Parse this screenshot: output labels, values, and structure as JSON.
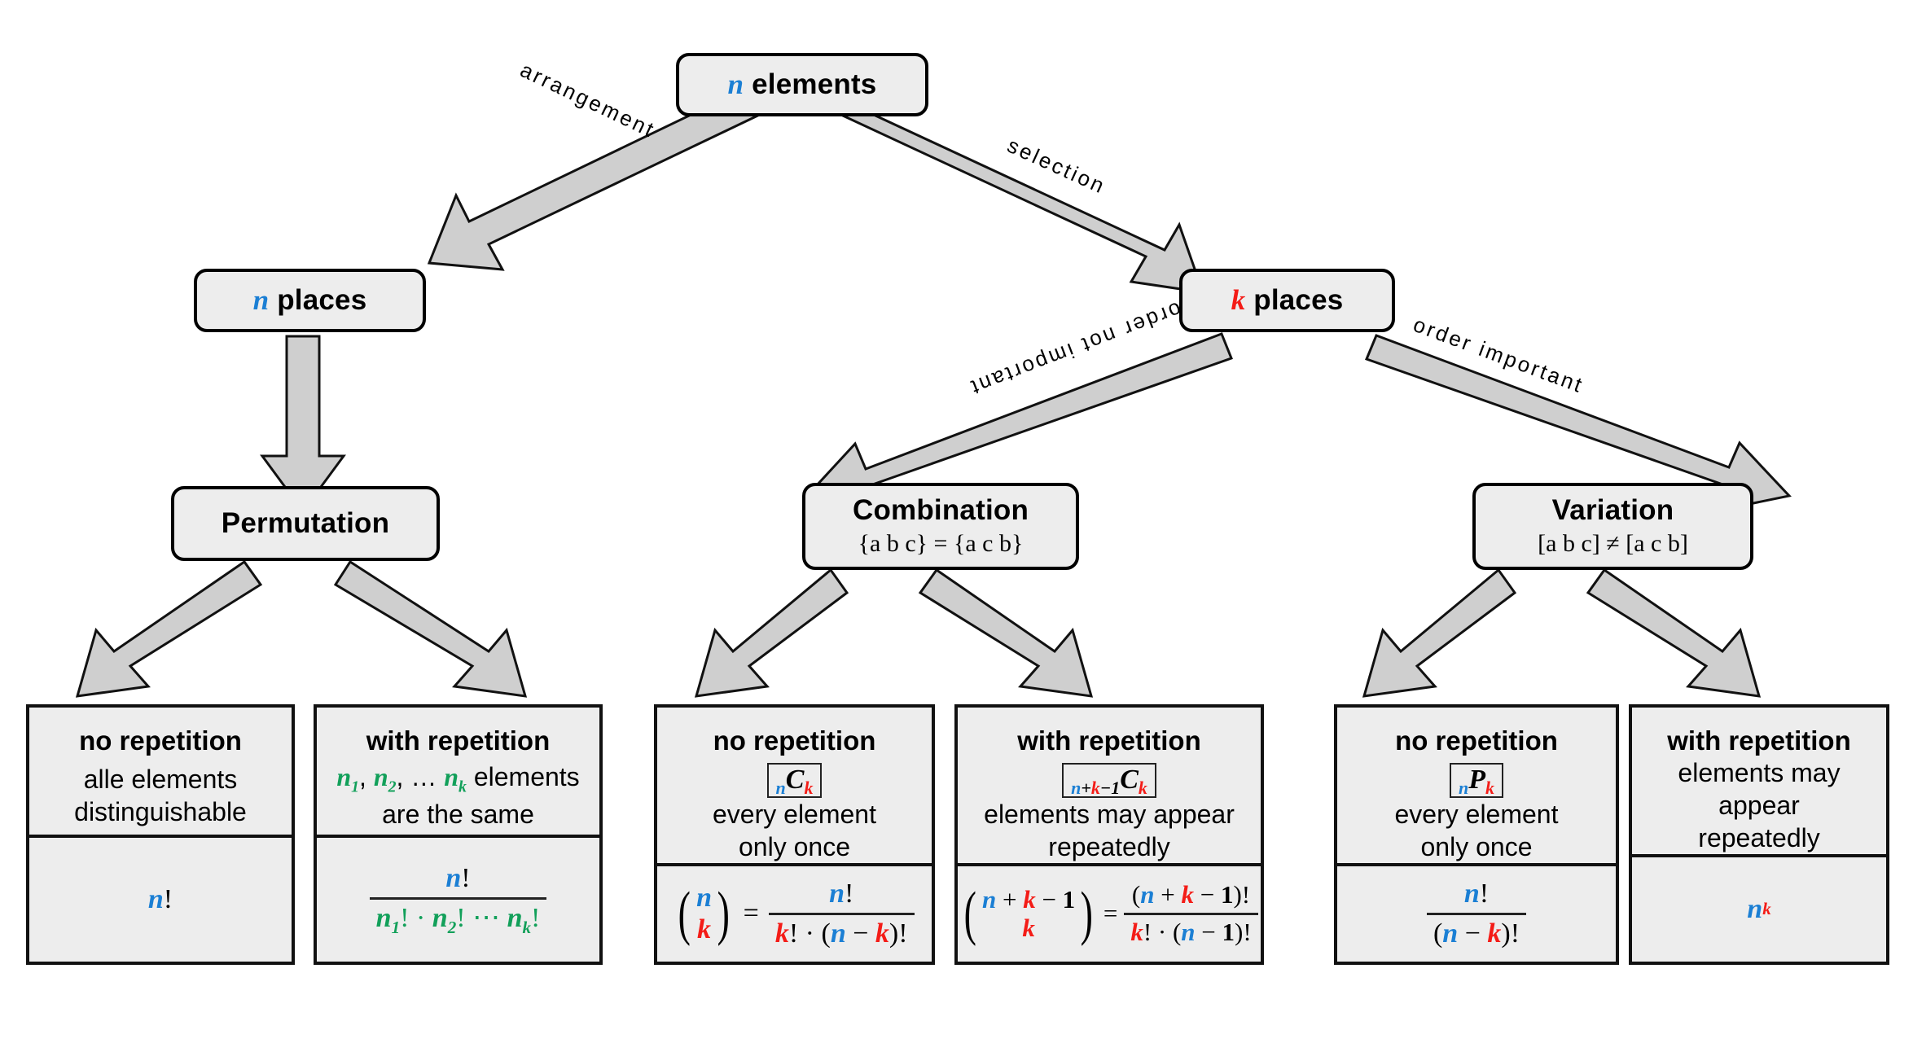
{
  "diagram": {
    "title": "Combinatorics overview",
    "colors": {
      "n": "#1b7fd4",
      "k": "#f41c17",
      "repeat": "#12a05a",
      "node_fill": "#ededed",
      "arrow_fill": "#cfcfcf"
    }
  },
  "root": {
    "label_var": "n",
    "label_text": "elements"
  },
  "level2": {
    "left": {
      "label_var": "n",
      "label_text": "places"
    },
    "right": {
      "label_var": "k",
      "label_text": "places"
    }
  },
  "edges": {
    "arrangement": "arrangement",
    "selection": "selection",
    "order_not_important": "order not important",
    "order_important": "order important"
  },
  "level3": {
    "permutation": {
      "title": "Permutation",
      "sub": ""
    },
    "combination": {
      "title": "Combination",
      "sub": "{a b c} = {a c b}"
    },
    "variation": {
      "title": "Variation",
      "sub": "[a b c] ≠ [a c b]"
    }
  },
  "leaves": [
    {
      "group": "permutation",
      "head": "no repetition",
      "badge": null,
      "desc_lines": [
        "alle elements",
        "distinguishable"
      ],
      "formula": "n!"
    },
    {
      "group": "permutation",
      "head": "with repetition",
      "badge": null,
      "desc_lines": [
        "n₁, n₂, … nₖ elements",
        "are the same"
      ],
      "formula": "n! / (n₁! · n₂! ⋯ nₖ!)"
    },
    {
      "group": "combination",
      "head": "no repetition",
      "badge": "nCk",
      "desc_lines": [
        "every element",
        "only once"
      ],
      "formula": "(n over k) = n! / (k! · (n − k)!)"
    },
    {
      "group": "combination",
      "head": "with repetition",
      "badge": "n+k−1Ck",
      "desc_lines": [
        "elements may appear",
        "repeatedly"
      ],
      "formula": "(n+k−1 over k) = (n + k − 1)! / (k! · (n − 1)!)"
    },
    {
      "group": "variation",
      "head": "no repetition",
      "badge": "nPk",
      "desc_lines": [
        "every element",
        "only once"
      ],
      "formula": "n! / (n − k)!"
    },
    {
      "group": "variation",
      "head": "with repetition",
      "badge": null,
      "desc_lines": [
        "elements may appear",
        "repeatedly"
      ],
      "formula": "nᵏ"
    }
  ]
}
